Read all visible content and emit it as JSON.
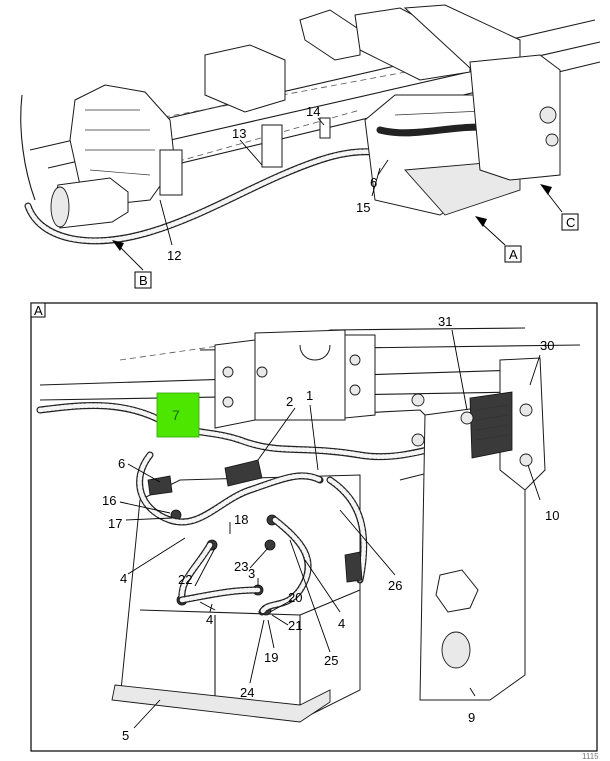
{
  "overview": {
    "callouts": {
      "c12": "12",
      "c13": "13",
      "c14": "14",
      "c15": "15",
      "c6": "6"
    },
    "view_letters": {
      "a": "A",
      "b": "B",
      "c": "C"
    }
  },
  "detail": {
    "label": "A",
    "callouts": {
      "c1": "1",
      "c2": "2",
      "c3": "3",
      "c4a": "4",
      "c4b": "4",
      "c4c": "4",
      "c4d": "4",
      "c5": "5",
      "c6": "6",
      "c9": "9",
      "c10": "10",
      "c16": "16",
      "c17": "17",
      "c18": "18",
      "c19": "19",
      "c20": "20",
      "c21": "21",
      "c22": "22",
      "c23": "23",
      "c24": "24",
      "c25": "25",
      "c26": "26",
      "c30": "30",
      "c31": "31"
    },
    "highlight": {
      "label": "7",
      "color": "#4ce600"
    }
  },
  "figure_id": "1115"
}
